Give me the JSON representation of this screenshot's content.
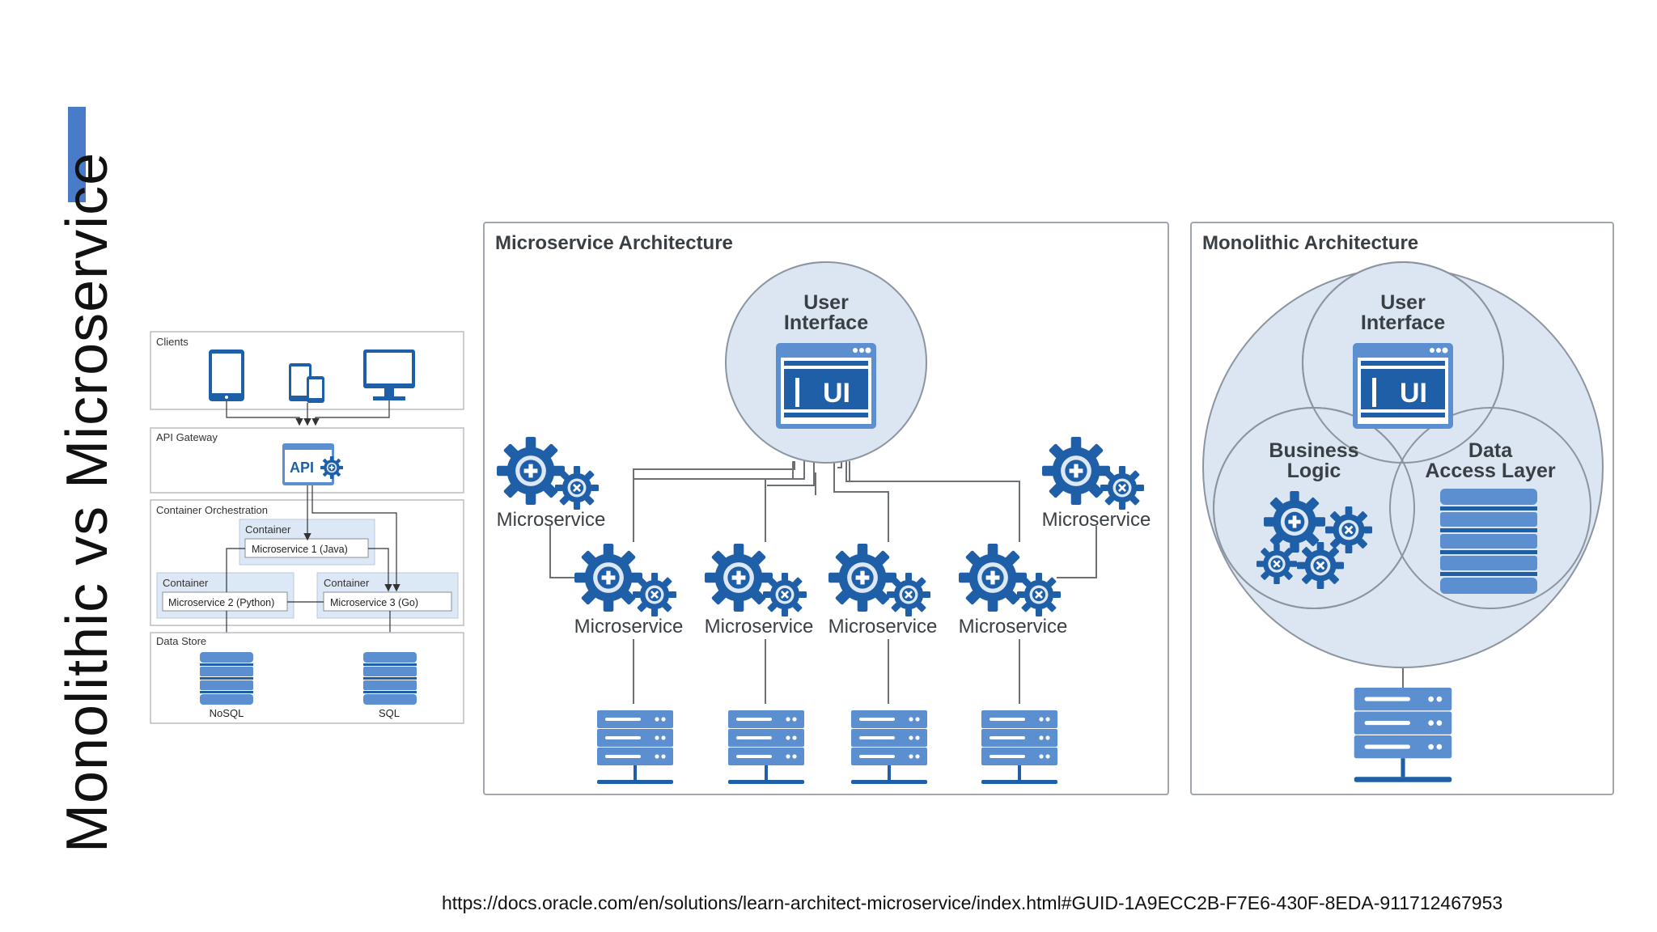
{
  "slide": {
    "title": "Monolithic vs Microservice",
    "source_url": "https://docs.oracle.com/en/solutions/learn-architect-microservice/index.html#GUID-1A9ECC2B-F7E6-430F-8EDA-911712467953",
    "accent_color": "#4a7bc8"
  },
  "left_diagram": {
    "clients_label": "Clients",
    "gateway_label": "API Gateway",
    "api_label": "API",
    "orchestration_label": "Container Orchestration",
    "container_label": "Container",
    "microservice_1": "Microservice 1 (Java)",
    "microservice_2": "Microservice 2 (Python)",
    "microservice_3": "Microservice 3 (Go)",
    "datastore_label": "Data Store",
    "nosql_label": "NoSQL",
    "sql_label": "SQL",
    "client_icons": [
      "tablet-icon",
      "mobile-devices-icon",
      "desktop-monitor-icon"
    ]
  },
  "microservice_panel": {
    "title": "Microservice Architecture",
    "ui_title": "User\nInterface",
    "ui_badge": "UI",
    "service_label": "Microservice",
    "service_count": 6,
    "database_count": 4
  },
  "monolithic_panel": {
    "title": "Monolithic Architecture",
    "ui_title": "User\nInterface",
    "ui_badge": "UI",
    "business_logic": "Business\nLogic",
    "data_access": "Data\nAccess Layer"
  },
  "colors": {
    "primary_blue": "#1f5fa8",
    "light_blue": "#5b8fd0",
    "bubble_fill": "#dbe6f2",
    "panel_border": "#9fa6ad"
  }
}
